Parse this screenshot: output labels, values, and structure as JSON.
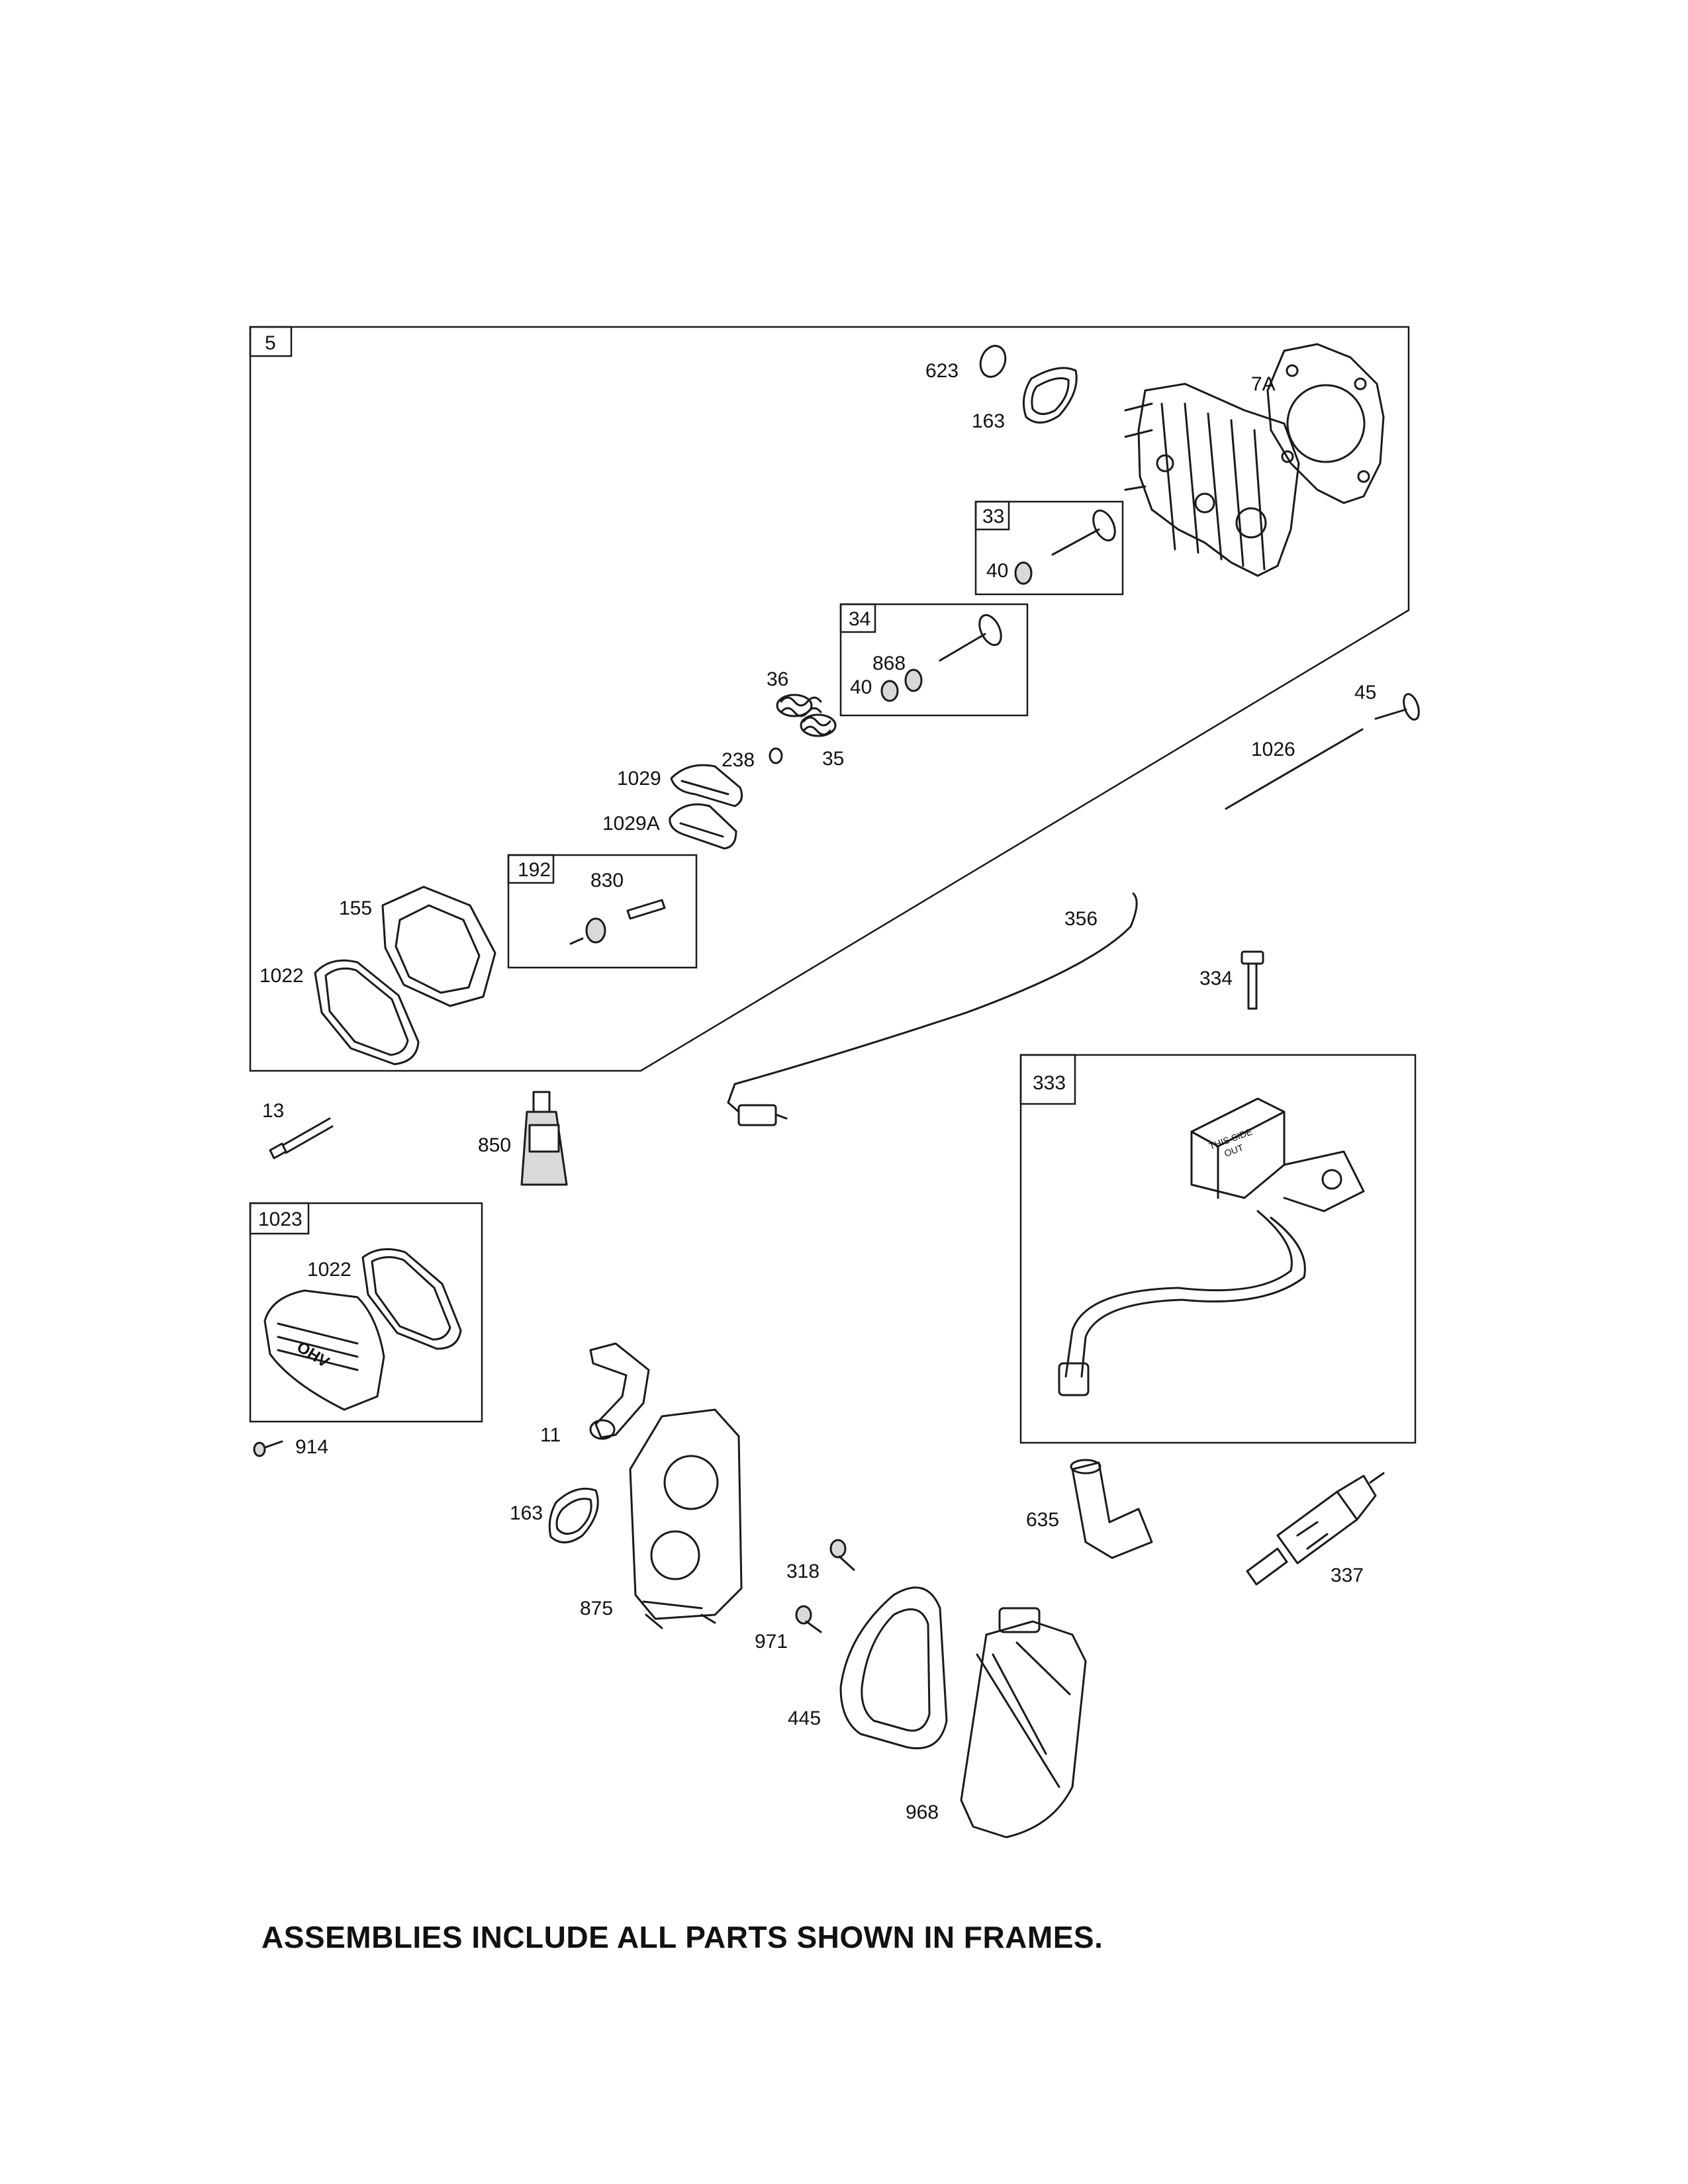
{
  "frames": [
    {
      "id": "frame-5",
      "label": "5"
    },
    {
      "id": "frame-33",
      "label": "33"
    },
    {
      "id": "frame-34",
      "label": "34"
    },
    {
      "id": "frame-192",
      "label": "192"
    },
    {
      "id": "frame-333",
      "label": "333"
    },
    {
      "id": "frame-1023",
      "label": "1023"
    }
  ],
  "callouts": {
    "p623": "623",
    "p163a": "163",
    "p7a": "7A",
    "p40a": "40",
    "p868": "868",
    "p40b": "40",
    "p36": "36",
    "p35": "35",
    "p238": "238",
    "p1029": "1029",
    "p1029a": "1029A",
    "p830": "830",
    "p155": "155",
    "p1022a": "1022",
    "p45": "45",
    "p1026": "1026",
    "p356": "356",
    "p334": "334",
    "p13": "13",
    "p850": "850",
    "p1022b": "1022",
    "p914": "914",
    "p11": "11",
    "p163b": "163",
    "p875": "875",
    "p318": "318",
    "p971": "971",
    "p445": "445",
    "p968": "968",
    "p635": "635",
    "p337": "337"
  },
  "footer_note": "ASSEMBLIES INCLUDE ALL PARTS SHOWN IN FRAMES.",
  "ignition_coil_text": [
    "THIS SIDE",
    "OUT"
  ],
  "valve_cover_logo": "OHV"
}
